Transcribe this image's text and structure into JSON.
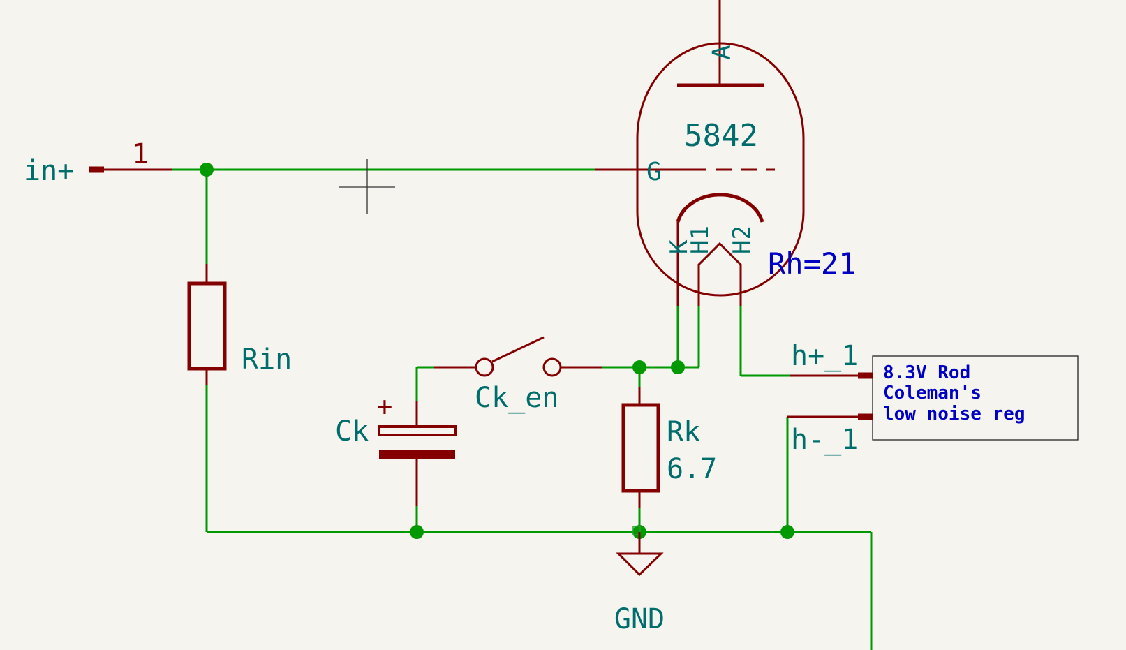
{
  "colors": {
    "background": "#f5f4ef",
    "wire": "#009900",
    "component": "#840000",
    "label_teal": "#006d6d",
    "label_blue": "#0000c4",
    "junction": "#009900"
  },
  "input_pin": {
    "label": "in+",
    "number": "1"
  },
  "tube": {
    "value": "5842",
    "pin_anode": "A",
    "pin_grid": "G",
    "pin_cathode": "K",
    "pin_h1": "H1",
    "pin_h2": "H2",
    "heater_note": "Rh=21"
  },
  "resistor_in": {
    "ref": "Rin"
  },
  "resistor_k": {
    "ref": "Rk",
    "value": "6.7"
  },
  "capacitor": {
    "ref": "Ck",
    "polarity": "+"
  },
  "switch": {
    "ref": "Ck_en"
  },
  "ground": {
    "label": "GND"
  },
  "heater_supply": {
    "pos_label": "h+_1",
    "neg_label": "h-_1",
    "line1": "8.3V Rod",
    "line2": "Coleman's",
    "line3": "low noise reg"
  }
}
